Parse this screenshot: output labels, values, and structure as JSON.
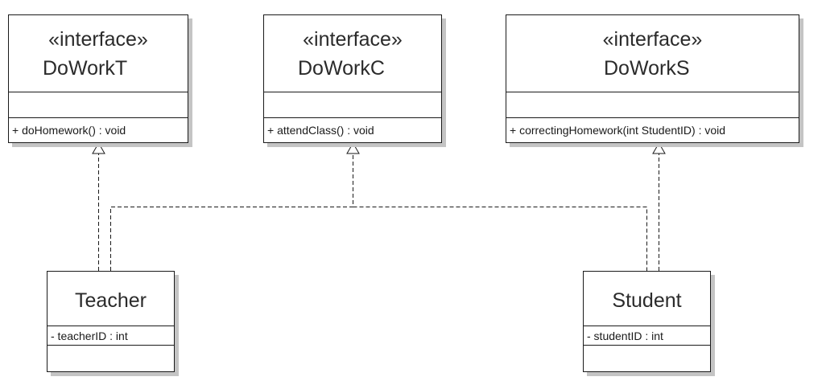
{
  "interfaces": [
    {
      "id": "dowork-t",
      "stereotype": "«interface»",
      "name": "DoWorkT",
      "attributes": [],
      "operations": [
        "+ doHomework() : void"
      ]
    },
    {
      "id": "dowork-c",
      "stereotype": "«interface»",
      "name": "DoWorkC",
      "attributes": [],
      "operations": [
        "+ attendClass() : void"
      ]
    },
    {
      "id": "dowork-s",
      "stereotype": "«interface»",
      "name": "DoWorkS",
      "attributes": [],
      "operations": [
        "+ correctingHomework(int StudentID) : void"
      ]
    }
  ],
  "classes": [
    {
      "id": "teacher",
      "name": "Teacher",
      "attributes": [
        "- teacherID : int"
      ],
      "operations": []
    },
    {
      "id": "student",
      "name": "Student",
      "attributes": [
        "- studentID : int"
      ],
      "operations": []
    }
  ],
  "relations": [
    {
      "type": "realization",
      "from": "Teacher",
      "to": "DoWorkT"
    },
    {
      "type": "realization",
      "from": "Teacher",
      "to": "DoWorkC"
    },
    {
      "type": "realization",
      "from": "Student",
      "to": "DoWorkC"
    },
    {
      "type": "realization",
      "from": "Student",
      "to": "DoWorkS"
    }
  ],
  "colors": {
    "line": "#1a1a1a",
    "shadow": "#c4c4c4",
    "background": "#ffffff"
  }
}
